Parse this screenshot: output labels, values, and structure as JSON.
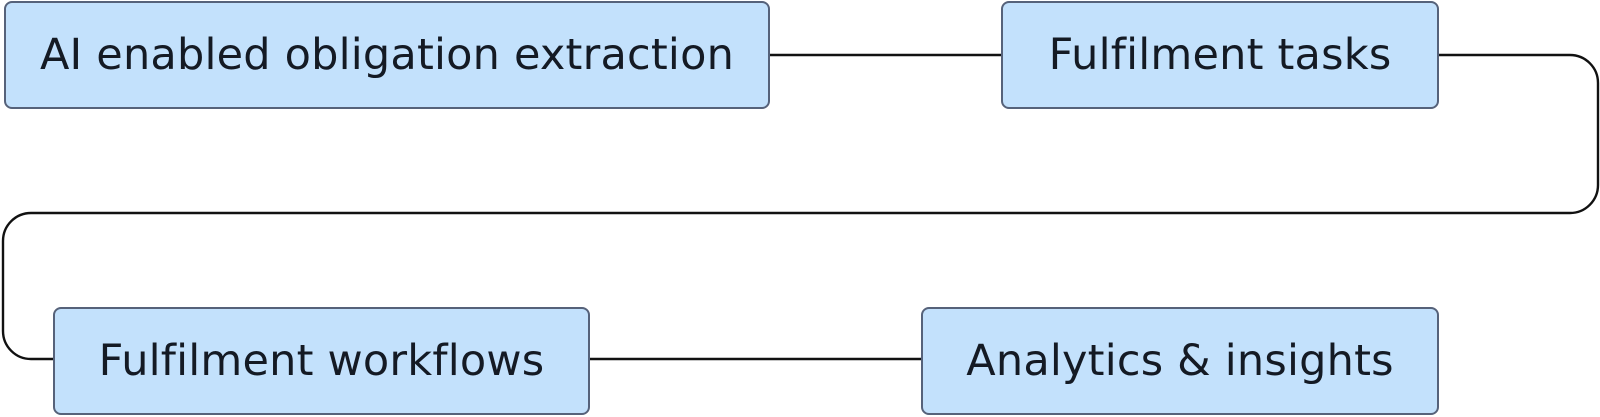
{
  "diagram": {
    "nodes": [
      {
        "id": "n1",
        "label": "AI enabled obligation extraction"
      },
      {
        "id": "n2",
        "label": "Fulfilment tasks"
      },
      {
        "id": "n3",
        "label": "Fulfilment workflows"
      },
      {
        "id": "n4",
        "label": "Analytics & insights"
      }
    ],
    "edges": [
      {
        "from": "n1",
        "to": "n2"
      },
      {
        "from": "n2",
        "to": "n3"
      },
      {
        "from": "n3",
        "to": "n4"
      }
    ]
  },
  "colors": {
    "node_fill": "#c3e1fc",
    "node_border": "#56627a",
    "connector": "#111111",
    "text": "#141a24"
  }
}
